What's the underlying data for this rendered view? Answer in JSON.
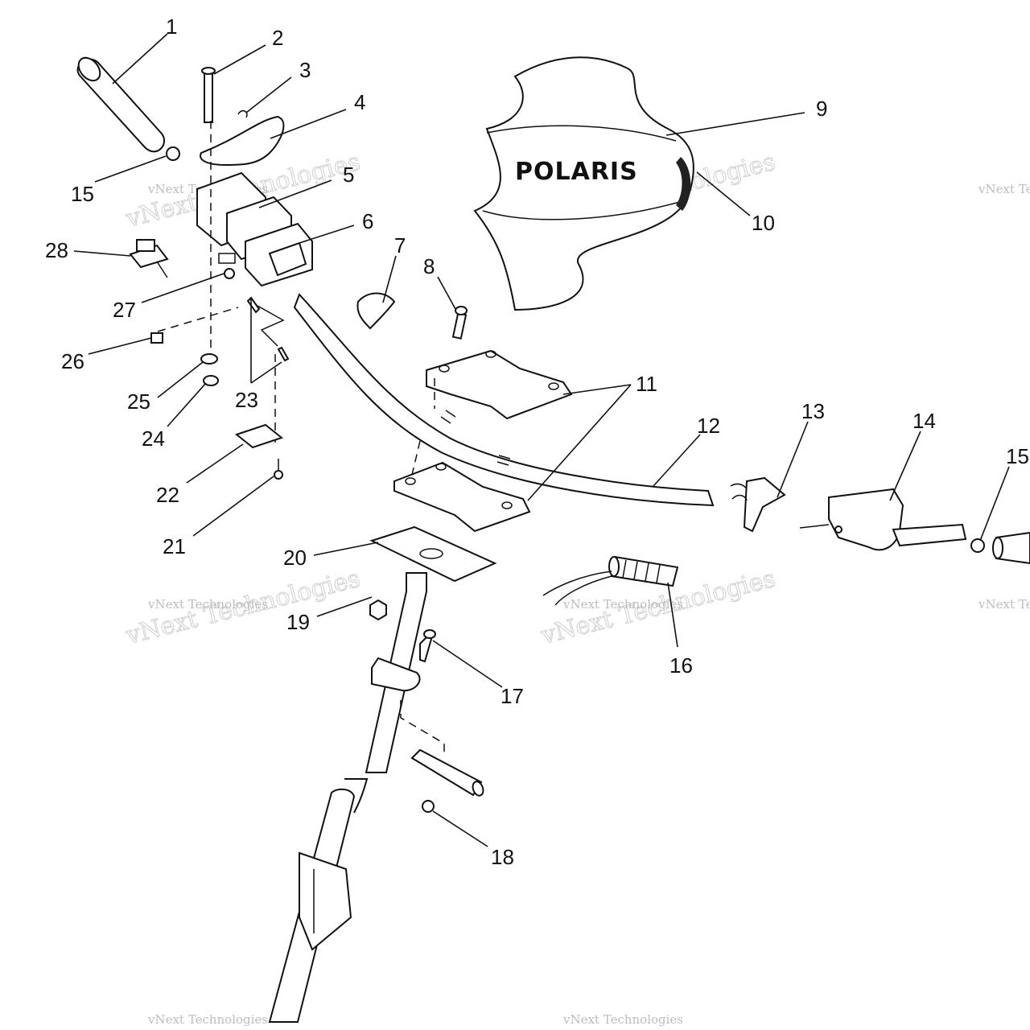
{
  "brand_text": "POLARIS",
  "watermark": {
    "line1": "vNext Technologies",
    "line2": "vNext Technologies"
  },
  "callouts": [
    {
      "id": "c1",
      "text": "1"
    },
    {
      "id": "c2",
      "text": "2"
    },
    {
      "id": "c3",
      "text": "3"
    },
    {
      "id": "c4",
      "text": "4"
    },
    {
      "id": "c5",
      "text": "5"
    },
    {
      "id": "c6",
      "text": "6"
    },
    {
      "id": "c7",
      "text": "7"
    },
    {
      "id": "c8",
      "text": "8"
    },
    {
      "id": "c9",
      "text": "9"
    },
    {
      "id": "c10",
      "text": "10"
    },
    {
      "id": "c11",
      "text": "11"
    },
    {
      "id": "c12",
      "text": "12"
    },
    {
      "id": "c13",
      "text": "13"
    },
    {
      "id": "c14",
      "text": "14"
    },
    {
      "id": "c15a",
      "text": "15"
    },
    {
      "id": "c15b",
      "text": "15"
    },
    {
      "id": "c16",
      "text": "16"
    },
    {
      "id": "c17",
      "text": "17"
    },
    {
      "id": "c18",
      "text": "18"
    },
    {
      "id": "c19",
      "text": "19"
    },
    {
      "id": "c20",
      "text": "20"
    },
    {
      "id": "c21",
      "text": "21"
    },
    {
      "id": "c22",
      "text": "22"
    },
    {
      "id": "c23",
      "text": "23"
    },
    {
      "id": "c24",
      "text": "24"
    },
    {
      "id": "c25",
      "text": "25"
    },
    {
      "id": "c26",
      "text": "26"
    },
    {
      "id": "c27",
      "text": "27"
    },
    {
      "id": "c28",
      "text": "28"
    }
  ]
}
